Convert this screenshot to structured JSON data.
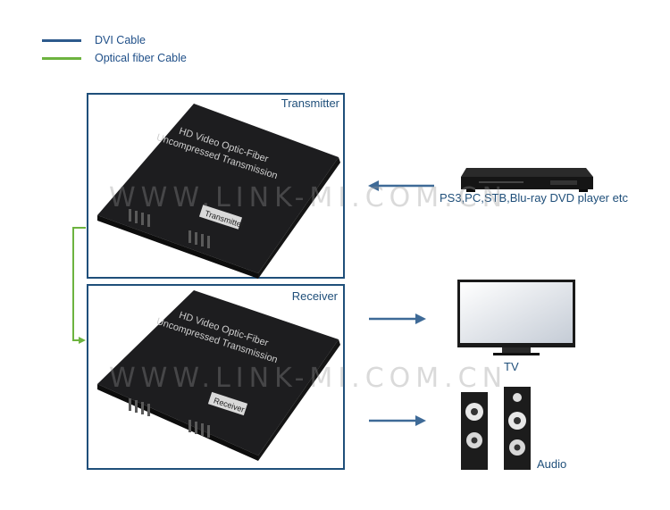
{
  "legend": {
    "dvi": {
      "label": "DVI Cable",
      "color": "#2d5a8c"
    },
    "fiber": {
      "label": "Optical fiber Cable",
      "color": "#6db33f"
    }
  },
  "transmitter": {
    "panel_label": "Transmitter",
    "device_line1": "HD Video Optic-Fiber",
    "device_line2": "Uncompressed Transmission",
    "badge": "Transmitter"
  },
  "receiver": {
    "panel_label": "Receiver",
    "device_line1": "HD Video Optic-Fiber",
    "device_line2": "Uncompressed Transmission",
    "badge": "Receiver"
  },
  "source": {
    "label": "PS3,PC,STB,Blu-ray DVD player etc"
  },
  "outputs": {
    "tv_label": "TV",
    "audio_label": "Audio"
  },
  "watermark": "WWW.LINK-MI.COM.CN",
  "colors": {
    "panel_border": "#1f4f7a",
    "arrow": "#3e6a97"
  }
}
